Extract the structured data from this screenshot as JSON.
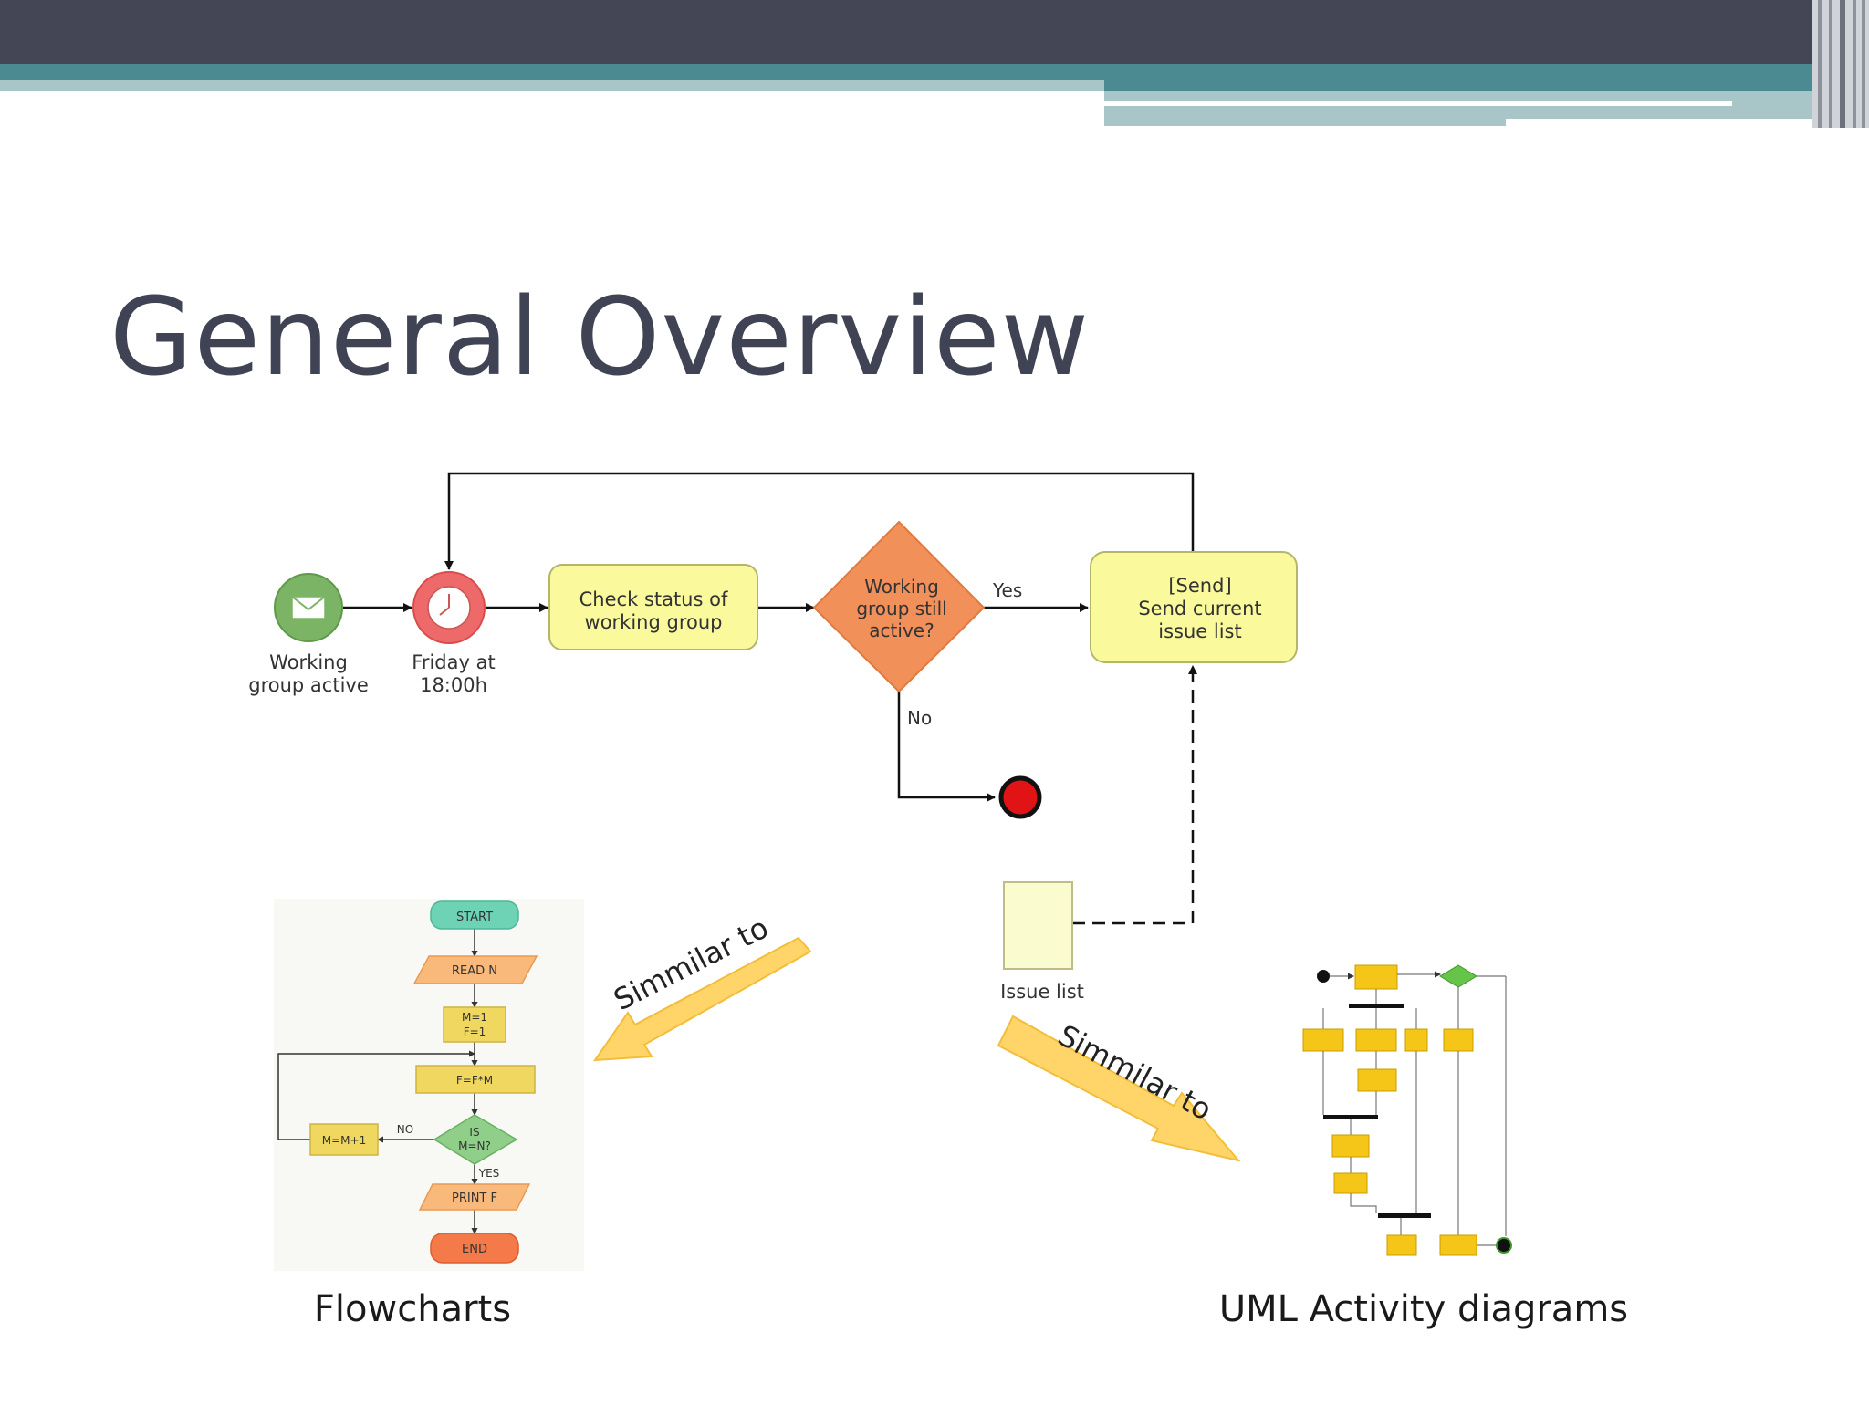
{
  "slide": {
    "title": "General Overview"
  },
  "colors": {
    "header_dark": "#444656",
    "header_teal": "#4b8a91",
    "header_light": "#a8c6c8",
    "title": "#3f4354",
    "task_fill": "#fafa9c",
    "task_stroke": "#b5b56b",
    "gateway": "#f2905a",
    "start_event": "#7bb464",
    "timer_event": "#ee6a6a",
    "end_event": "#e01414",
    "arrow_fill": "#ffd56a",
    "arrow_stroke": "#f3bd3a"
  },
  "diagram": {
    "start_event": "Working group active",
    "start_label_1": "Working",
    "start_label_2": "group active",
    "timer_label_1": "Friday at",
    "timer_label_2": "18:00h",
    "task_check_1": "Check status of",
    "task_check_2": "working group",
    "gateway_1": "Working",
    "gateway_2": "group still",
    "gateway_3": "active?",
    "yes": "Yes",
    "no": "No",
    "task_send_1": "[Send]",
    "task_send_2": "Send current",
    "task_send_3": "issue list",
    "data_object": "Issue list"
  },
  "similar": {
    "left": "Simmilar to",
    "right": "Simmilar to"
  },
  "flowchart": {
    "caption": "Flowcharts",
    "start": "START",
    "read": "READ N",
    "init_1": "M=1",
    "init_2": "F=1",
    "calc": "F=F*M",
    "decision_1": "IS",
    "decision_2": "M=N?",
    "no": "NO",
    "yes": "YES",
    "incr": "M=M+1",
    "print": "PRINT F",
    "end": "END"
  },
  "uml": {
    "caption": "UML Activity diagrams"
  }
}
